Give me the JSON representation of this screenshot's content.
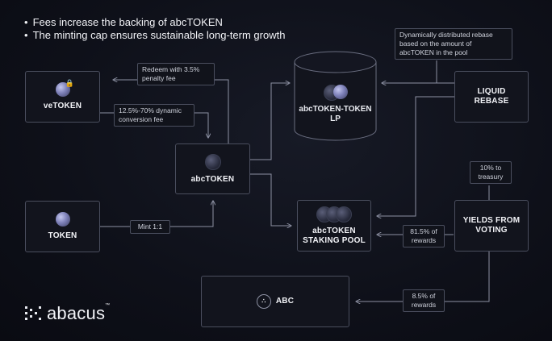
{
  "bullets": [
    "Fees increase the backing of abcTOKEN",
    "The minting cap ensures sustainable long-term growth"
  ],
  "nodes": {
    "vetoken": "veTOKEN",
    "token": "TOKEN",
    "abctoken": "abcTOKEN",
    "lp": "abcTOKEN-TOKEN\nLP",
    "staking": "abcTOKEN\nSTAKING POOL",
    "abc": "ABC",
    "liquid_rebase": "LIQUID\nREBASE",
    "yields": "YIELDS FROM\nVOTING"
  },
  "labels": {
    "redeem": "Redeem with 3.5%\npenalty fee",
    "conversion": "12.5%-70% dynamic\nconversion fee",
    "mint": "Mint 1:1",
    "rebase": "Dynamically distributed rebase\nbased on the  amount of\nabcTOKEN in the pool",
    "treasury": "10% to\ntreasury",
    "rewards_815": "81.5% of\nrewards",
    "rewards_85": "8.5% of\nrewards"
  },
  "logo": {
    "name": "abacus",
    "mark": "™"
  },
  "colors": {
    "line": "#8d91a3",
    "border": "#4a4e5e",
    "accent": "#9ea1d8"
  }
}
